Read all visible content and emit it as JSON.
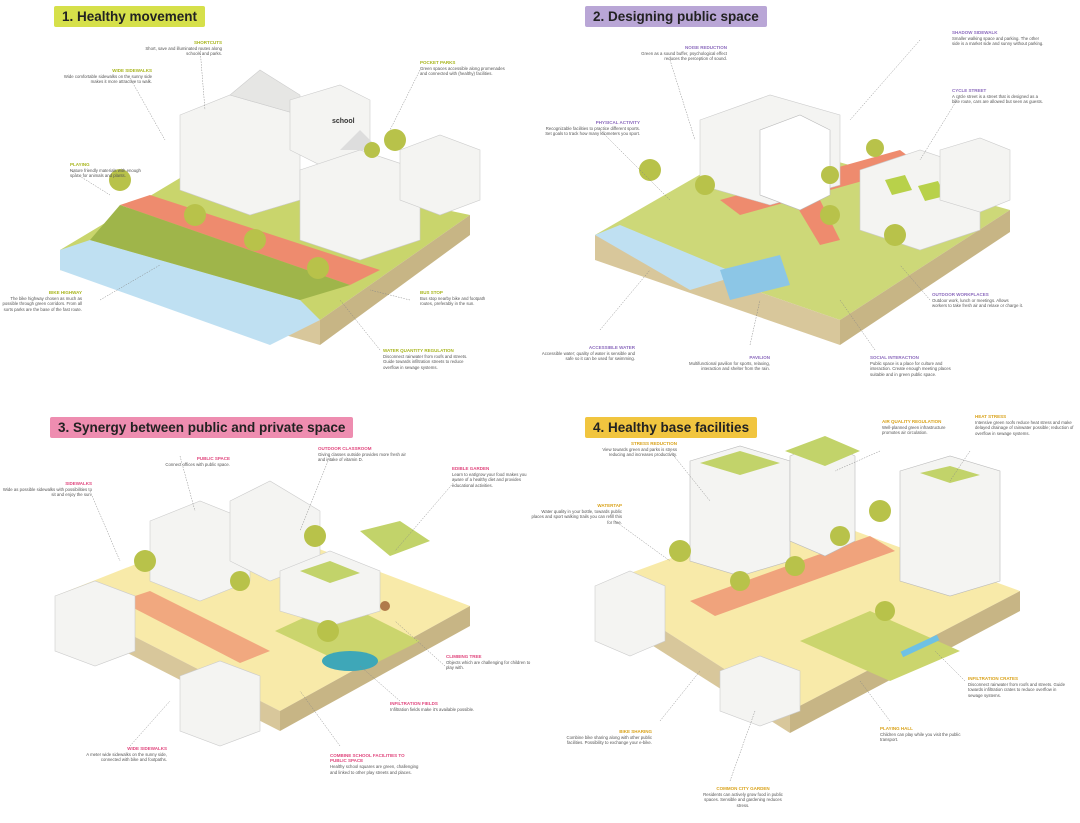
{
  "panels": [
    {
      "title": "1. Healthy movement",
      "annotations": [
        {
          "heading": "SHORTCUTS",
          "text": "Short, save and illuminated routes along schools and parks."
        },
        {
          "heading": "WIDE SIDEWALKS",
          "text": "Wide comfortable sidewalks on the sunny side makes it more attractive to walk."
        },
        {
          "heading": "POCKET PARKS",
          "text": "Green spaces accessible along promenades and connected with (healthy) facilities."
        },
        {
          "heading": "BUS STOP",
          "text": ""
        },
        {
          "heading": "PLAYING",
          "text": "Nature friendly materials with enough space for animals and plants."
        },
        {
          "heading": "BIKE HIGHWAY",
          "text": "The bike highway chosen as much as possible through green corridors. From all sorts parks are the base of the fast route."
        },
        {
          "heading": "",
          "text": "Bus stop nearby bike and footpath routes, preferably in the sun."
        },
        {
          "heading": "WATER QUANTITY REGULATION",
          "text": "Disconnect rainwater from roofs and streets. Guide towards infiltration streets to reduce overflow in sewage systems."
        }
      ]
    },
    {
      "title": "2. Designing public space",
      "annotations": [
        {
          "heading": "NOISE REDUCTION",
          "text": "Green as a sound buffer, psychological effect reduces the perception of sound."
        },
        {
          "heading": "SHADOW SIDEWALK",
          "text": "Smaller walking space and parking. The other side is a market side and sunny without parking."
        },
        {
          "heading": "CYCLE STREET",
          "text": "A cycle street is a street that is designed as a bike route, cars are allowed but seen as guests."
        },
        {
          "heading": "PHYSICAL ACTIVITY",
          "text": "Recognizable facilities to practice different sports. Set goals to track how many kilometers you sport."
        },
        {
          "heading": "ACCESSIBLE WATER",
          "text": "Accessible water; quality of water is sensible and safe so it can be used for swimming."
        },
        {
          "heading": "PAVILION",
          "text": "Multifunctional pavilion for sports, relaxing, interaction and shelter from the rain."
        },
        {
          "heading": "OUTDOOR WORKPLACES",
          "text": "Outdoor work, lunch or meetings. Allows workers to take fresh air and relaxe or charge it."
        },
        {
          "heading": "SOCIAL INTERACTION",
          "text": "Public space is a place for culture and interaction. Create enough meeting places suitable and in green public space."
        }
      ]
    },
    {
      "title": "3. Synergy between public and private space",
      "annotations": [
        {
          "heading": "PUBLIC SPACE",
          "text": "Connect offices with public space."
        },
        {
          "heading": "OUTDOOR CLASSROOM",
          "text": "Giving classes outside provides more fresh air and intake of vitamin D."
        },
        {
          "heading": "SIDEWALKS",
          "text": "Wide as possible sidewalks with possibilities to sit and enjoy the sun."
        },
        {
          "heading": "EDIBLE GARDEN",
          "text": "Learn to eat/grow your food makes you aware of a healthy diet and provides educational activities."
        },
        {
          "heading": "CLIMBING TREE",
          "text": "Objects which are challenging for children to play with."
        },
        {
          "heading": "INFILTRATION FIELDS",
          "text": "Infiltration fields make it's available possible."
        },
        {
          "heading": "WIDE SIDEWALKS",
          "text": "A meter wide sidewalks on the sunny side, connected with bike and footpaths."
        },
        {
          "heading": "COMBINE SCHOOL FACILITIES TO PUBLIC SPACE",
          "text": "Healthy school squares are green, challenging and linked to other play streets and places."
        }
      ]
    },
    {
      "title": "4. Healthy base facilities",
      "annotations": [
        {
          "heading": "STRESS REDUCTION",
          "text": "View towards green and parks is stress reducing and increases productivity."
        },
        {
          "heading": "AIR QUALITY REGULATION",
          "text": "Well-planned green infrastructure promotes air circulation."
        },
        {
          "heading": "HEAT STRESS",
          "text": "Intensive green roofs reduce heat stress and make delayed drainage of rainwater possible; reduction of overflow in sewage systems."
        },
        {
          "heading": "WATERTAP",
          "text": "Water quality in your bottle, towards public places and sport walking trails you can refill this for free."
        },
        {
          "heading": "INFILTRATION CRATES",
          "text": "Disconnect rainwater from roofs and streets. Guide towards infiltration crates to reduce overflow in sewage systems."
        },
        {
          "heading": "BIKE SHARING",
          "text": "Combine bike sharing along with other public facilities. Possibility to exchange your e-bike."
        },
        {
          "heading": "PLAYING HALL",
          "text": "Children can play while you visit the public transport."
        },
        {
          "heading": "COMMON CITY GARDEN",
          "text": "Residents can actively grow food in public spaces. Sensible and gardening reduces stress."
        }
      ]
    }
  ],
  "school_sign": "school",
  "colors": {
    "title1": "#d6e04a",
    "title2": "#b9a6d6",
    "title3": "#ee8db0",
    "title4": "#f1c53f",
    "grass": "#c7d46a",
    "path": "#ee8b6e",
    "water": "#bfe0f2",
    "soil": "#d9c9a0",
    "building": "#f4f4f2"
  }
}
